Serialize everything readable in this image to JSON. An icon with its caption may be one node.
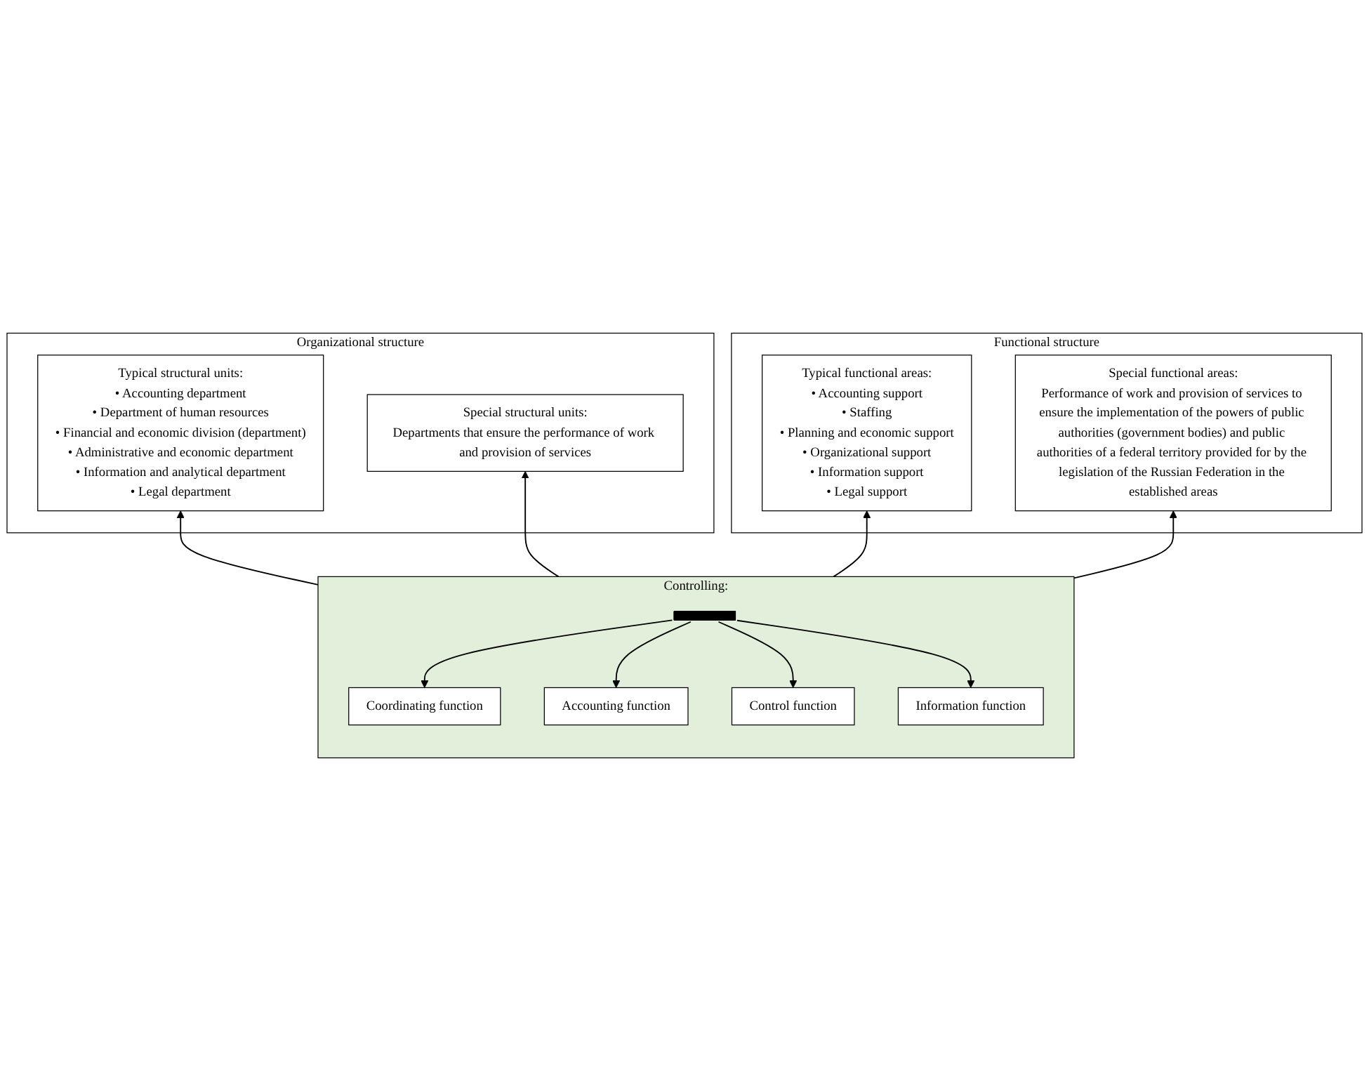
{
  "diagram": {
    "nodes": [
      {
        "text": [
          "Functional structure"
        ]
      },
      {
        "text": [
          "Organizational structure"
        ]
      },
      {
        "text": [
          "Typical functional areas:",
          "• Accounting support",
          "• Staffing",
          "• Planning and economic support",
          "• Organizational support",
          "• Information support",
          "• Legal support"
        ],
        "in": 0
      },
      {
        "text": [
          "Special functional areas:",
          "Performance of work and provision of services to ensure the implementation of the powers of public authorities (government bodies) and public authorities of a federal territory provided for by the legislation of the Russian Federation in the established areas"
        ],
        "in": 0
      },
      {
        "text": [
          "Typical structural units:",
          "• Accounting department",
          "• Department of human resources",
          "• Financial and economic division (department)",
          "• Administrative and economic department",
          "• Information and analytical department",
          "• Legal department"
        ],
        "in": 1
      },
      {
        "text": [
          "Special structural units:",
          "Departments that ensure the performance of work and provision of services"
        ],
        "in": 1
      },
      {
        "text": [
          "Controlling:"
        ]
      },
      {
        "text": [
          "Coordinating function"
        ],
        "in": 6
      },
      {
        "text": [
          "Accounting function"
        ],
        "in": 6
      },
      {
        "text": [
          "Control function"
        ],
        "in": 6
      },
      {
        "text": [
          "Information function"
        ],
        "in": 6
      },
      {
        "text": [],
        "shape": "bar",
        "in": 6
      }
    ],
    "edges": [
      {
        "from": 6,
        "to": 2,
        "arrow": "to"
      },
      {
        "from": 6,
        "to": 3,
        "arrow": "to"
      },
      {
        "from": 6,
        "to": 4,
        "arrow": "to"
      },
      {
        "from": 6,
        "to": 5,
        "arrow": "to"
      },
      {
        "from": 11,
        "to": 7,
        "arrow": "to"
      },
      {
        "from": 11,
        "to": 8,
        "arrow": "to"
      },
      {
        "from": 11,
        "to": 9,
        "arrow": "to"
      },
      {
        "from": 11,
        "to": 10,
        "arrow": "to"
      }
    ]
  }
}
